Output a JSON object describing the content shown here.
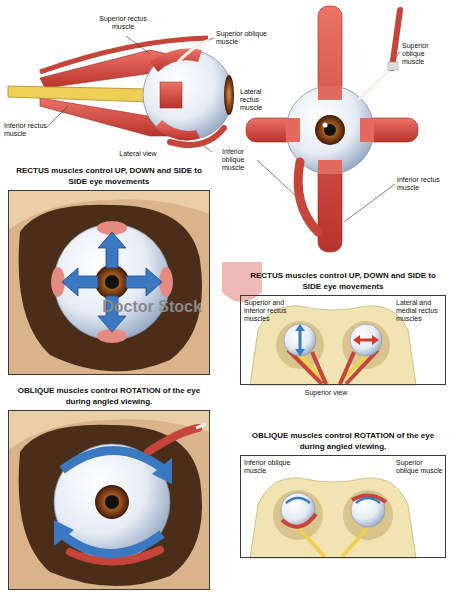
{
  "diagram": {
    "nodes": [
      {
        "text": [
          "RECTUS muscles control UP, DOWN and SIDE to SIDE eye movements"
        ]
      },
      {
        "text": [
          "RECTUS muscles control UP, DOWN and SIDE to SIDE eye movements"
        ]
      },
      {
        "text": [
          "OBLIQUE muscles control ROTATION of the eye during angled viewing."
        ]
      },
      {
        "text": [
          "OBLIQUE muscles control ROTATION of the eye during angled viewing."
        ]
      }
    ],
    "labels": [
      "Superior rectus muscle",
      "Superior oblique muscle",
      "Inferior rectus muscle",
      "Lateral view",
      "Inferior oblique muscle",
      "Lateral rectus muscle",
      "Superior oblique muscle",
      "Inferior rectus muscle",
      "Doctor Stock",
      "Superior and inferior rectus muscles",
      "Lateral and medial rectus muscles",
      "Superior view",
      "Inferior oblique muscle",
      "Superior oblique muscle"
    ]
  }
}
